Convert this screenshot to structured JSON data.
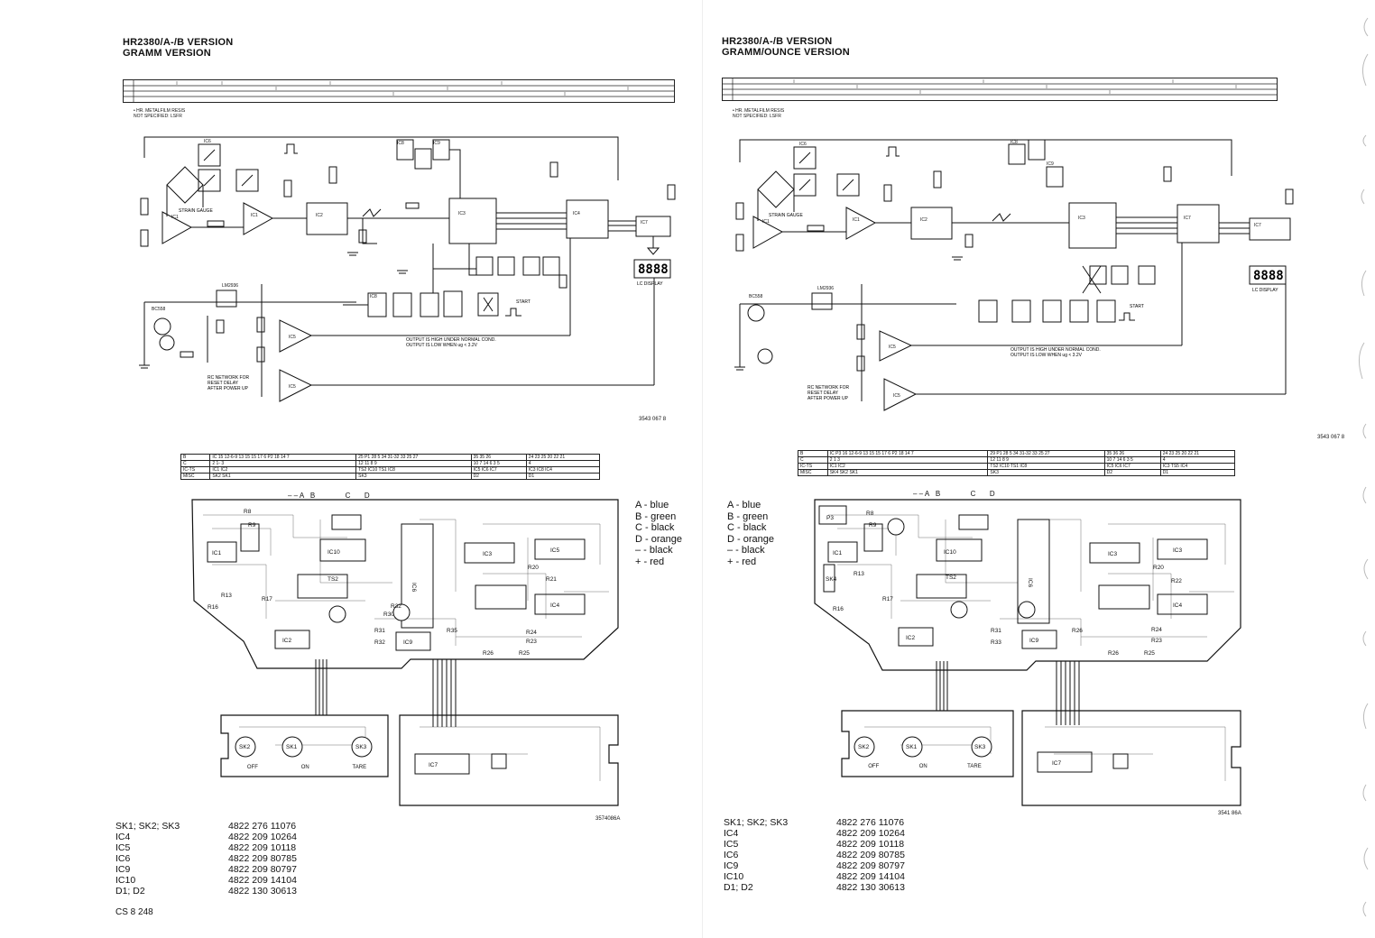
{
  "left": {
    "title_line1": "HR2380/A-/B VERSION",
    "title_line2": "GRAMM VERSION",
    "note_line1": "• HR. METALFILM RESIS",
    "note_line2": "NOT SPECIFIED: LSFR",
    "schematic_labels": {
      "strain_gauge": "STRAIN GAUGE",
      "lcd_display": "LC DISPLAY",
      "output_note_1": "OUTPUT IS HIGH UNDER NORMAL COND.",
      "output_note_2": "OUTPUT IS LOW WHEN ug < 3.2V",
      "reset_note_1": "RC NETWORK FOR",
      "reset_note_2": "RESET DELAY",
      "reset_note_3": "AFTER POWER UP",
      "start_label": "START",
      "lcd_digits": "8888"
    },
    "schematic_code": "3543 067 8",
    "board_code": "3574086A",
    "footer": "CS 8 248",
    "pos_table": {
      "rows": [
        [
          "B",
          "IC 15 12-6-9 13 15 15 17 6 P2 18 14 7",
          "25 P1 28 5 34 31-32 33 25 27",
          "35 35 26",
          "24 23 25 20 22 21"
        ],
        [
          "C",
          "2 1- 3",
          "12 11 8 9",
          "10 7 14 6 3 5",
          "4"
        ],
        [
          "IC-TS",
          "IC1 IC2",
          "TS2 IC10 TS1 IC8",
          "IC5 IC6 IC7",
          "IC3 IC8 IC4"
        ],
        [
          "MISC",
          "SK2 SK1",
          "SK3",
          "D2",
          "D1"
        ]
      ]
    },
    "switches": [
      "OFF",
      "ON",
      "TARE"
    ]
  },
  "right": {
    "title_line1": "HR2380/A-/B VERSION",
    "title_line2": "GRAMM/OUNCE VERSION",
    "note_line1": "• HR. METALFILM RESIS",
    "note_line2": "NOT SPECIFIED: LSFR",
    "schematic_labels": {
      "strain_gauge": "STRAIN GAUGE",
      "lcd_display": "LC DISPLAY",
      "output_note_1": "OUTPUT IS HIGH UNDER NORMAL COND.",
      "output_note_2": "OUTPUT IS LOW WHEN ug < 3.2V",
      "reset_note_1": "RC NETWORK FOR",
      "reset_note_2": "RESET DELAY",
      "reset_note_3": "AFTER POWER UP",
      "start_label": "START",
      "lcd_digits": "8888"
    },
    "schematic_code": "3543 067 8",
    "board_code": "3541 86A",
    "pos_table": {
      "rows": [
        [
          "B",
          "IC P3 16 12-6-9 13 15 15 17 6 P2 18 14 7",
          "29 P1 28 5 34 31-32 33 25 27",
          "35 36 26",
          "24 23 25 20 22 21"
        ],
        [
          "C",
          "2 1 3",
          "12 11 8 9",
          "10 7 14 6 3 5",
          "4"
        ],
        [
          "IC-TS",
          "IC1 IC2",
          "TS2 IC10 TS1 IC8",
          "IC5 IC6 IC7",
          "IC3 TS5 IC4"
        ],
        [
          "MISC",
          "SK4 SK2 SK1",
          "SK3",
          "D2",
          "D1"
        ]
      ]
    },
    "switches": [
      "OFF",
      "ON",
      "TARE"
    ]
  },
  "legend": [
    "A - blue",
    "B - green",
    "C - black",
    "D - orange",
    "– - black",
    "+ - red"
  ],
  "parts_list": [
    {
      "ref": "SK1; SK2; SK3",
      "code": "4822 276 11076"
    },
    {
      "ref": "IC4",
      "code": "4822 209 10264"
    },
    {
      "ref": "IC5",
      "code": "4822 209 10118"
    },
    {
      "ref": "IC6",
      "code": "4822 209 80785"
    },
    {
      "ref": "IC9",
      "code": "4822 209 80797"
    },
    {
      "ref": "IC10",
      "code": "4822 209 14104"
    },
    {
      "ref": "D1; D2",
      "code": "4822 130 30613"
    }
  ]
}
